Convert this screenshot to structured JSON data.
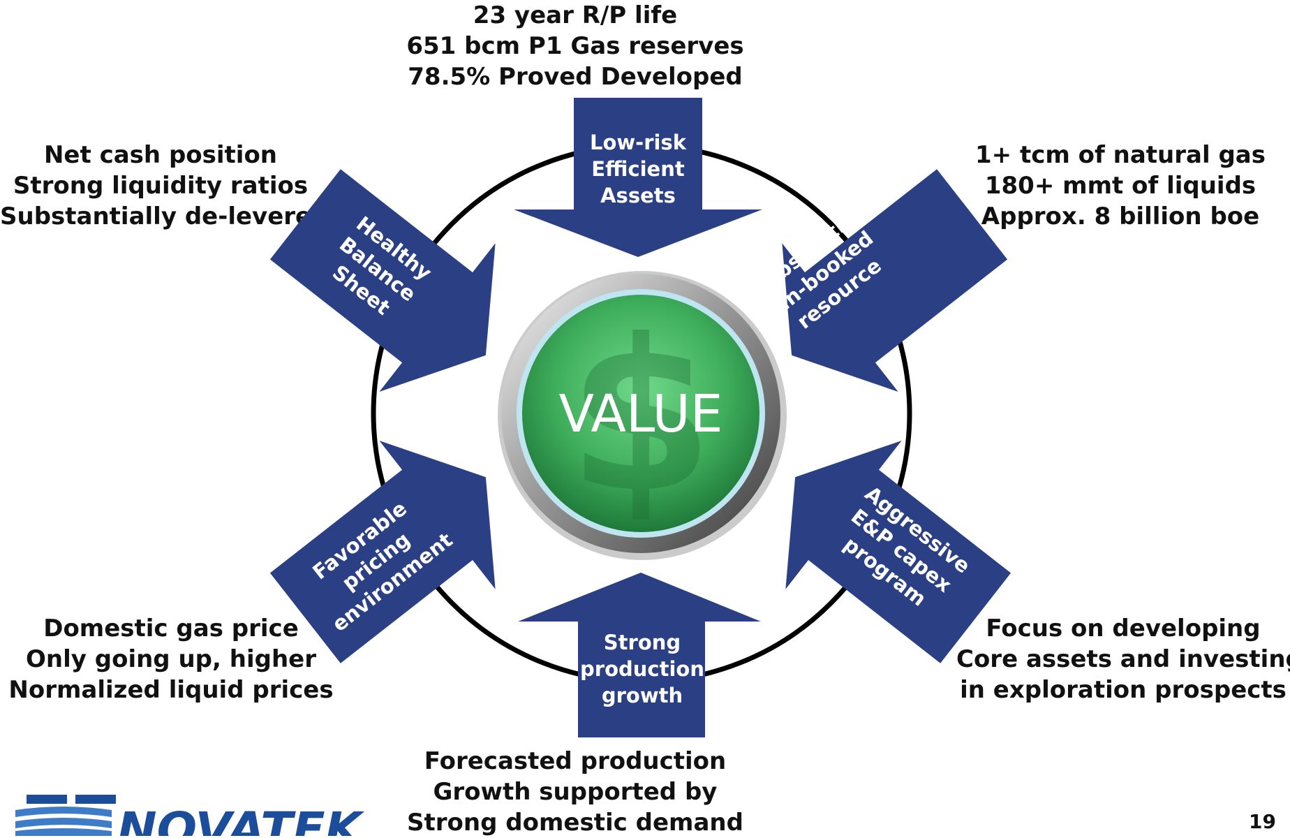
{
  "captions": {
    "top": [
      "23 year R/P life",
      "651 bcm P1 Gas reserves",
      "78.5% Proved Developed"
    ],
    "upper_left": [
      "Net cash position",
      "Strong liquidity ratios",
      "Substantially de-levered"
    ],
    "upper_right": [
      "1+ tcm of natural gas",
      "180+ mmt of liquids",
      "Approx. 8 billion boe"
    ],
    "lower_left": [
      "Domestic gas price",
      "Only going up, higher",
      "Normalized liquid prices"
    ],
    "lower_right": [
      "Focus on developing",
      "Core assets and investing",
      "in exploration prospects"
    ],
    "bottom": [
      "Forecasted production",
      "Growth supported by",
      "Strong domestic demand"
    ]
  },
  "arrows": {
    "top": [
      "Low-risk",
      "Efficient",
      "Assets"
    ],
    "upper_left": [
      "Healthy",
      "Balance",
      "Sheet"
    ],
    "upper_right": [
      "Substantial",
      "un-booked",
      "resource"
    ],
    "lower_left": [
      "Favorable",
      "pricing",
      "environment"
    ],
    "lower_right": [
      "Aggressive",
      "E&P capex",
      "program"
    ],
    "bottom": [
      "Strong",
      "production",
      "growth"
    ]
  },
  "center_label": "VALUE",
  "center_icon": "dollar-sign-icon",
  "logo": {
    "name": "NOVATEK"
  },
  "page_number": "19",
  "colors": {
    "arrow_fill": "#2b3f85",
    "circle_stroke": "#000000",
    "button_green": "#3fae5c",
    "logo_blue": "#1b4d9b"
  }
}
